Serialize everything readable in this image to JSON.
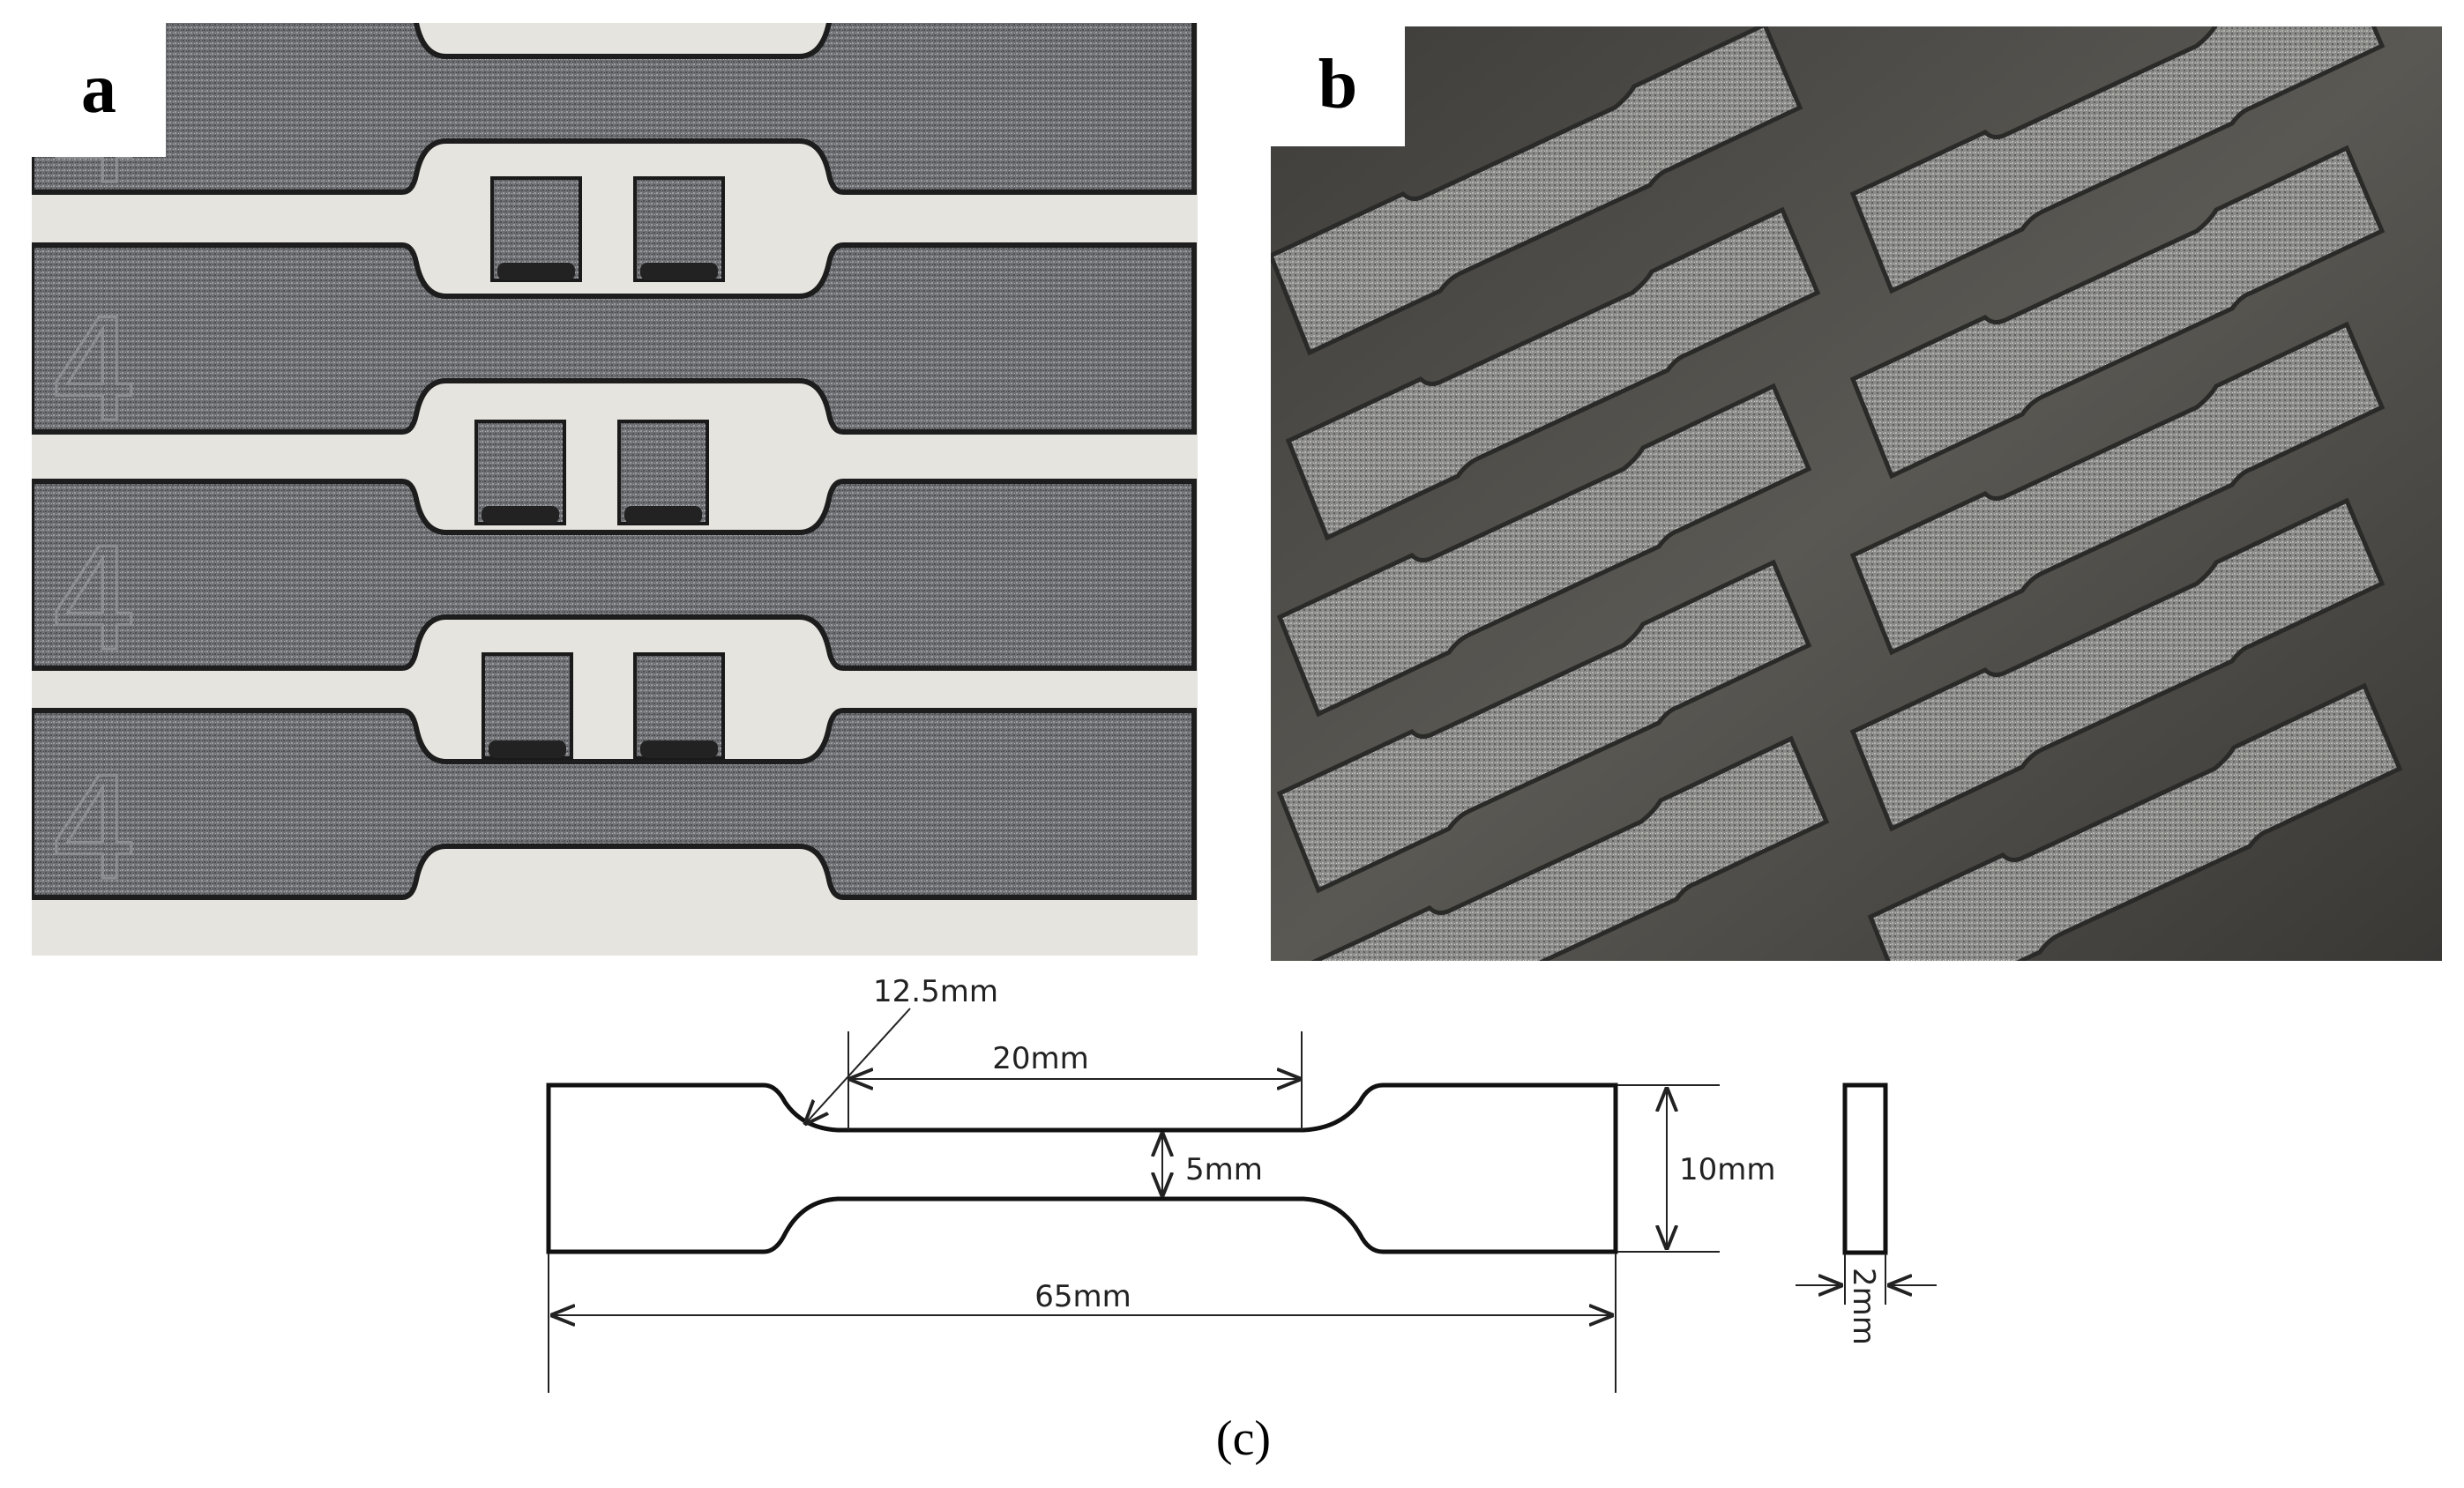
{
  "panel_labels": {
    "a": "a",
    "b": "b",
    "c": "(c)"
  },
  "panel_a": {
    "specimen_marks": [
      "4",
      "4",
      "4",
      "4"
    ]
  },
  "dimensions": {
    "fillet_radius": "12.5mm",
    "gauge_length": "20mm",
    "gauge_width": "5mm",
    "grip_width": "10mm",
    "total_length": "65mm",
    "thickness": "2mm"
  }
}
